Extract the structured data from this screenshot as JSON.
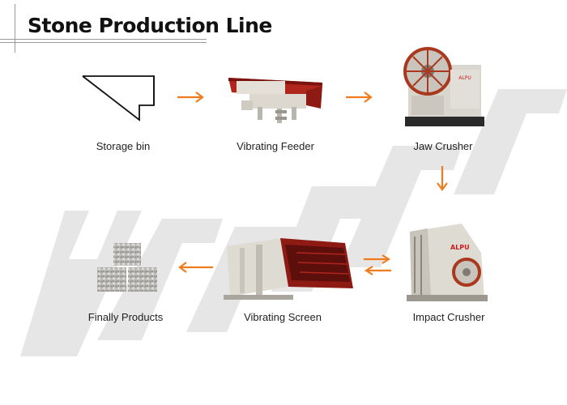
{
  "title": "Stone Production Line",
  "brand_text": "ALPU",
  "steps": [
    {
      "label": "Storage bin"
    },
    {
      "label": "Vibrating Feeder"
    },
    {
      "label": "Jaw Crusher"
    },
    {
      "label": "Impact Crusher"
    },
    {
      "label": "Vibrating Screen"
    },
    {
      "label": "Finally Products"
    }
  ],
  "colors": {
    "arrow": "#f07a1e",
    "machine_red": "#8e1a14",
    "machine_grey": "#d8d6cf",
    "watermark": "#e4e4e4",
    "brand_red": "#c8201a"
  },
  "icons": [
    "arrow-right-icon",
    "arrow-down-icon",
    "arrow-left-icon",
    "arrow-bidirectional-icon"
  ]
}
